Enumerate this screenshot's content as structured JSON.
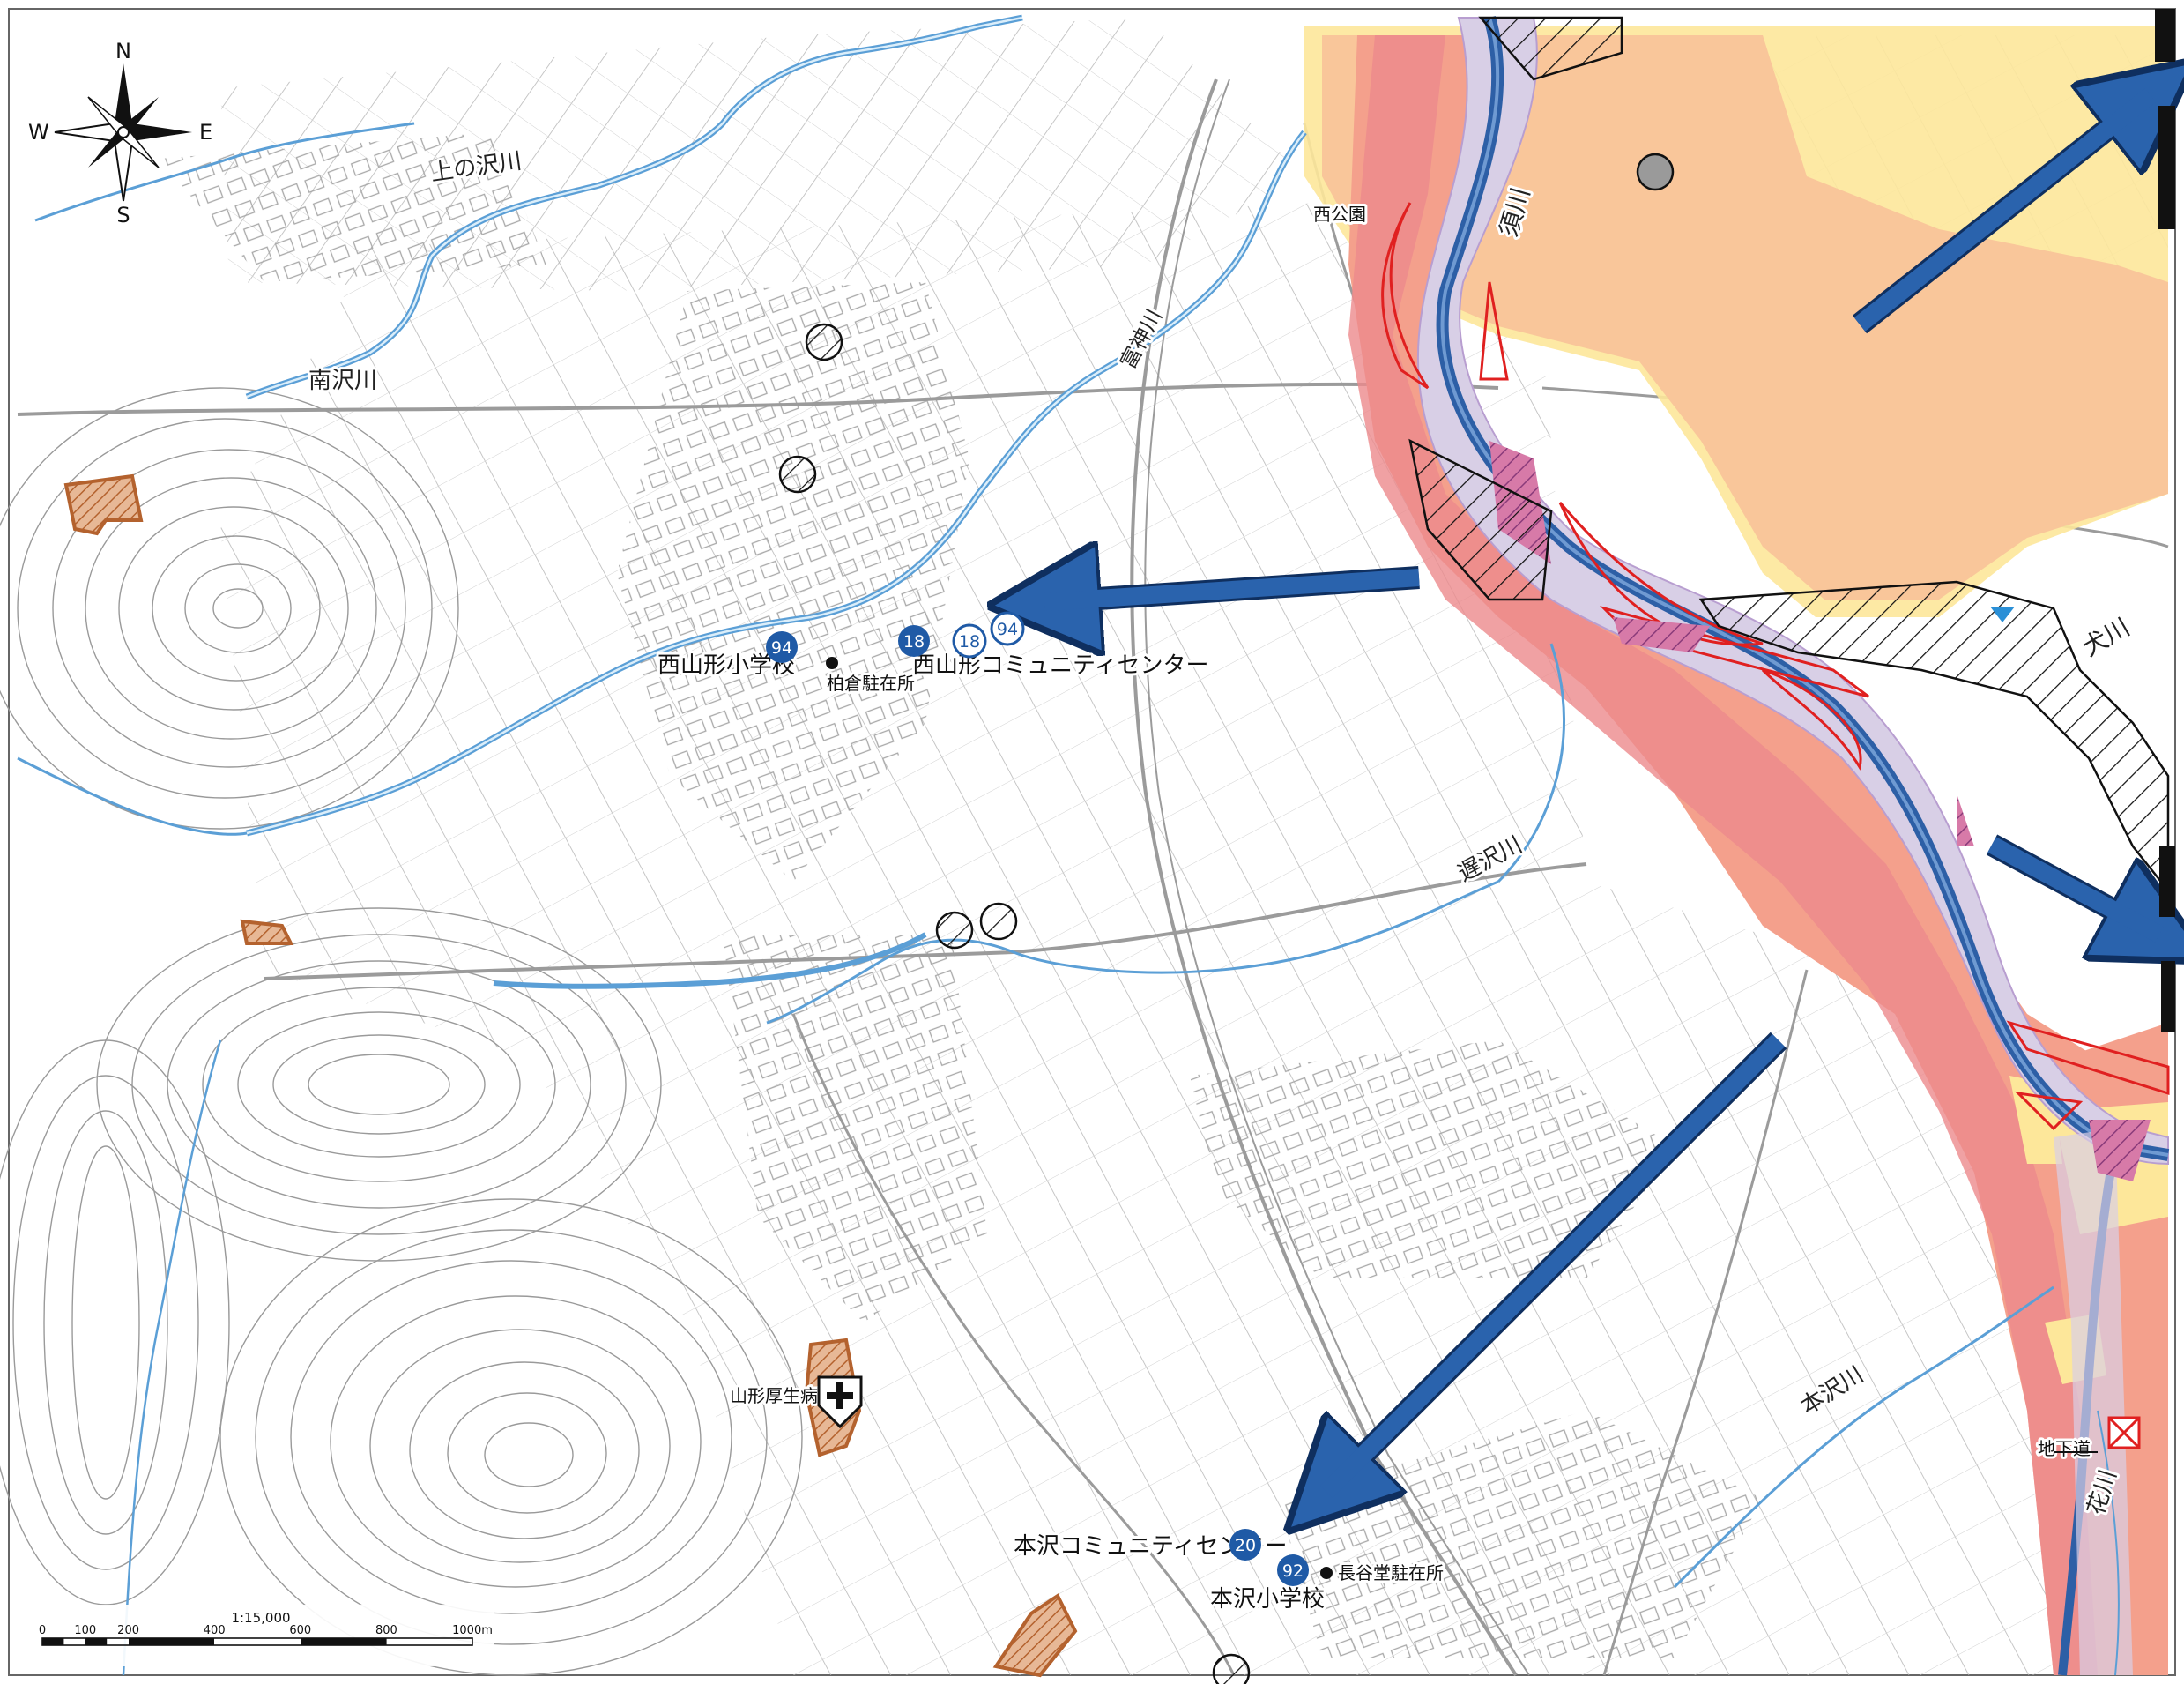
{
  "compass": {
    "n": "N",
    "s": "S",
    "e": "E",
    "w": "W"
  },
  "rivers": {
    "kaminosawa": "上の沢川",
    "minamisawa": "南沢川",
    "tomigami": "富神川",
    "suka": "須川",
    "inu": "犬川",
    "osozawa": "遅沢川",
    "motosawa": "本沢川",
    "hana": "花川"
  },
  "places": {
    "nishikoen": "西公園",
    "nishiyamagata_school": "西山形小学校",
    "kashiwagura_police": "柏倉駐在所",
    "nishiyamagata_center": "西山形コミュニティセンター",
    "hospital": "山形厚生病院",
    "motosawa_center": "本沢コミュニティセンター",
    "motosawa_school": "本沢小学校",
    "haseda_police": "長谷堂駐在所",
    "underpass": "地下道"
  },
  "markers": {
    "n94": "94",
    "n18": "18",
    "n18b": "18",
    "n94b": "94",
    "n20": "20",
    "n92": "92"
  },
  "scale": {
    "ratio": "1:15,000",
    "ticks": [
      "0",
      "100",
      "200",
      "400",
      "600",
      "800",
      "1000m"
    ]
  },
  "colors": {
    "flood_light": "#f9c69a",
    "flood_medium": "#f4a08c",
    "flood_deep": "#ec8a8c",
    "flood_pale": "#fde79a",
    "river_channel": "#2d5fa6",
    "river_zone": "#d8cfe6",
    "arrow": "#2a63ad",
    "landslide": "#b4622e",
    "contour": "#9a9a9a",
    "road": "#9b9b9b",
    "stream": "#5b9fd6"
  }
}
